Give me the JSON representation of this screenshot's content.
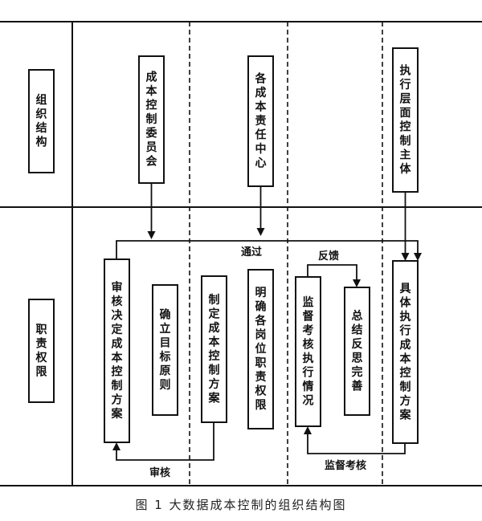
{
  "rows": {
    "organization": "组织结构",
    "duties": "职责权限"
  },
  "org_boxes": {
    "committee": "成本控制委员会",
    "centers": "各成本责任中心",
    "executors": "执行层面控制主体"
  },
  "duty_boxes": {
    "review": "审核决定成本控制方案",
    "goals": "确立目标原则",
    "formulate": "制定成本控制方案",
    "responsibilities": "明确各岗位职责权限",
    "supervise": "监督考核执行情况",
    "summarize": "总结反思完善",
    "execute": "具体执行成本控制方案"
  },
  "edge_labels": {
    "approve": "通过",
    "feedback": "反馈",
    "review": "审核",
    "supervise": "监督考核"
  },
  "caption": "图 1   大数据成本控制的组织结构图"
}
